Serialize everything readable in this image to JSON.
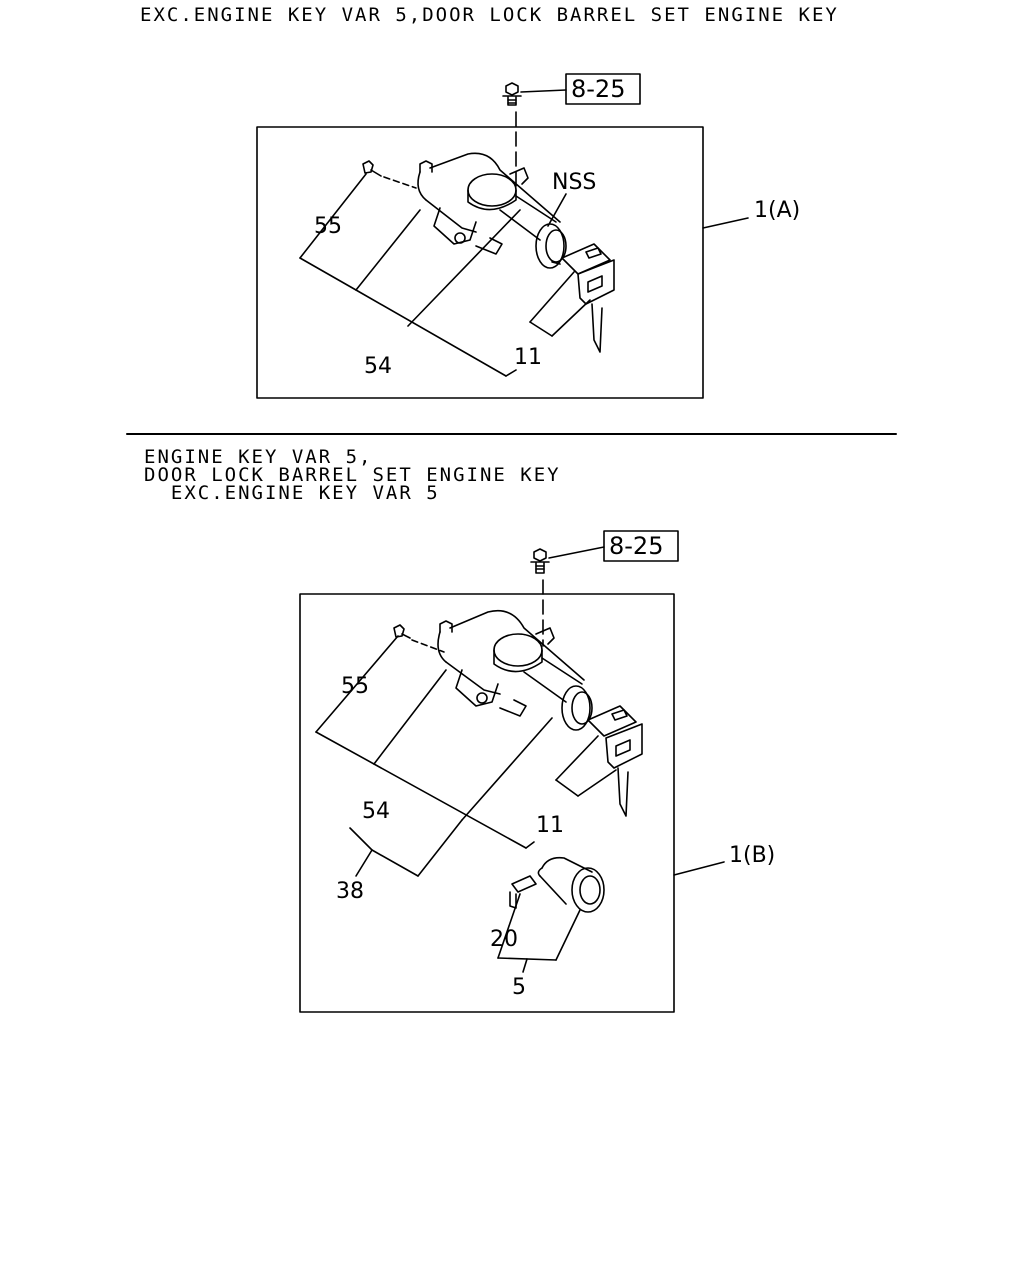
{
  "section_a": {
    "heading": "EXC.ENGINE KEY VAR 5,DOOR LOCK BARREL SET ENGINE KEY",
    "ref_box": "8-25",
    "callouts": {
      "nss": "NSS",
      "p55": "55",
      "p54": "54",
      "p11": "11",
      "assembly": "1(A)"
    }
  },
  "section_b": {
    "heading_lines": [
      "ENGINE KEY VAR 5,",
      "DOOR LOCK BARREL SET ENGINE KEY",
      "  EXC.ENGINE KEY VAR 5"
    ],
    "ref_box": "8-25",
    "callouts": {
      "p55": "55",
      "p54": "54",
      "p11": "11",
      "p38": "38",
      "p20": "20",
      "p5": "5",
      "assembly": "1(B)"
    }
  }
}
